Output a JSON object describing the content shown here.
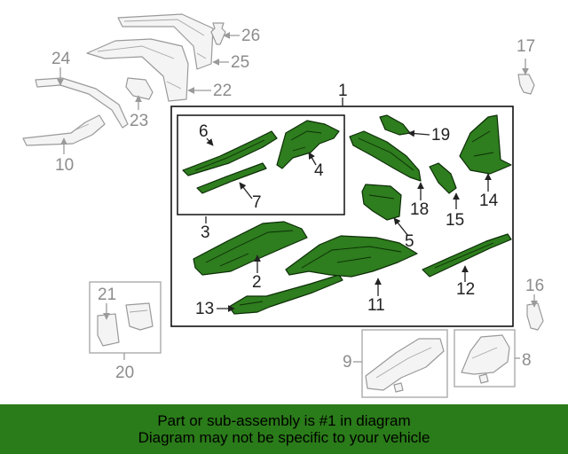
{
  "labels": {
    "l1": "1",
    "l2": "2",
    "l3": "3",
    "l4": "4",
    "l5": "5",
    "l6": "6",
    "l7": "7",
    "l8": "8",
    "l9": "9",
    "l10": "10",
    "l11": "11",
    "l12": "12",
    "l13": "13",
    "l14": "14",
    "l15": "15",
    "l16": "16",
    "l17": "17",
    "l18": "18",
    "l19": "19",
    "l20": "20",
    "l21": "21",
    "l22": "22",
    "l23": "23",
    "l24": "24",
    "l25": "25",
    "l26": "26"
  },
  "colors": {
    "highlight": "#2e7d1e",
    "banner": "#2a7b19",
    "unselected": "#9a9a9a"
  },
  "banner": {
    "line1": "Part or sub-assembly is #1 in diagram",
    "line2": "Diagram may not be specific to your vehicle"
  }
}
